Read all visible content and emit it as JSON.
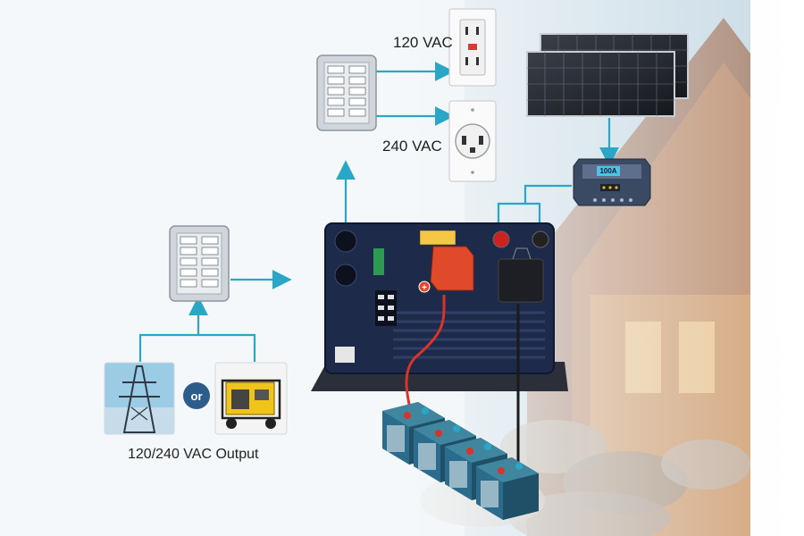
{
  "labels": {
    "ac_120": "120 VAC",
    "ac_240": "240 VAC",
    "ac_output": "120/240 VAC Output",
    "or": "or",
    "controller_rating": "100A"
  },
  "colors": {
    "connector": "#2aa7c6",
    "inverter_body": "#1d2a4a",
    "positive_cable": "#d8342a",
    "negative_cable": "#1a1a1a",
    "battery_body": "#2b6c8c",
    "badge": "#2c5c8a"
  },
  "icons": {
    "breaker_panel": "breaker-panel-icon",
    "outlet_120": "gfci-outlet-icon",
    "outlet_240": "240v-outlet-icon",
    "solar_panel": "solar-panel-icon",
    "charge_controller": "charge-controller-icon",
    "grid": "power-tower-icon",
    "generator": "generator-icon",
    "battery": "battery-icon",
    "inverter": "inverter-charger-icon"
  }
}
